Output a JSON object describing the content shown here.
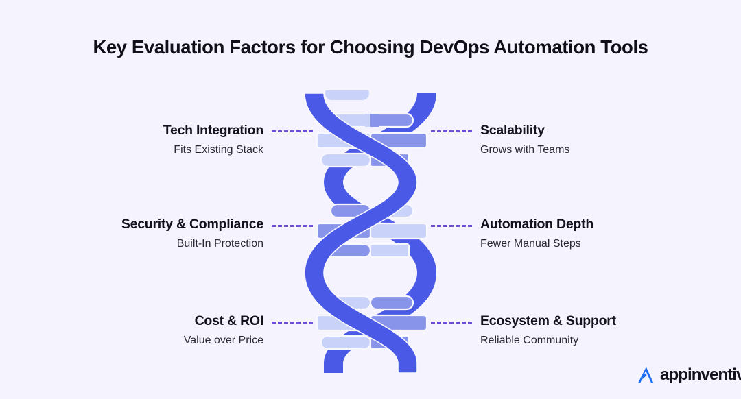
{
  "page": {
    "title": "Key Evaluation Factors for Choosing DevOps Automation Tools",
    "background_color": "#F5F3FE"
  },
  "colors": {
    "background": "#F5F3FE",
    "title_text": "#111018",
    "heading_text": "#14131C",
    "subtext": "#2A2833",
    "helix_strand": "#4A5AE6",
    "rung_light": "#C9D2F8",
    "rung_mid": "#8794EA",
    "connector_dash": "#6D4FD6",
    "logo_mark": "#1E6EF5"
  },
  "center_graphic": {
    "name": "dna-double-helix",
    "description": "Blue DNA double helix with three bulge sections, each containing three horizontal rungs",
    "sections": 3,
    "rungs_per_section": 3
  },
  "factors": {
    "left": [
      {
        "heading": "Tech Integration",
        "sub": "Fits Existing Stack"
      },
      {
        "heading": "Security & Compliance",
        "sub": "Built-In Protection"
      },
      {
        "heading": "Cost & ROI",
        "sub": "Value over Price"
      }
    ],
    "right": [
      {
        "heading": "Scalability",
        "sub": "Grows with Teams"
      },
      {
        "heading": "Automation Depth",
        "sub": "Fewer Manual Steps"
      },
      {
        "heading": "Ecosystem & Support",
        "sub": "Reliable Community"
      }
    ]
  },
  "logo": {
    "mark": "appinventiv-a-chevron-icon",
    "text": "appinventiv"
  }
}
